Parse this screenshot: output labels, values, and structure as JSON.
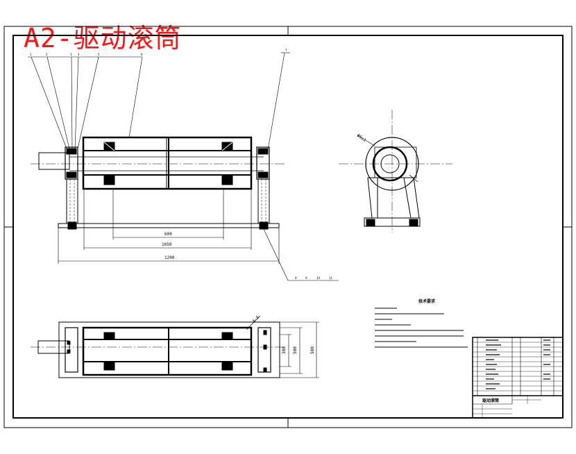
{
  "drawing": {
    "title": "A2-驱动滚筒",
    "callouts_top": [
      "1",
      "2",
      "3",
      "4",
      "5",
      "6",
      "7"
    ],
    "callouts_bottom": [
      "8",
      "9",
      "10",
      "11"
    ],
    "dims_front": [
      "600",
      "1050",
      "1200"
    ],
    "section_label": "A-A",
    "tech_title": "技术要求",
    "title_block_name": "驱动滚筒"
  }
}
